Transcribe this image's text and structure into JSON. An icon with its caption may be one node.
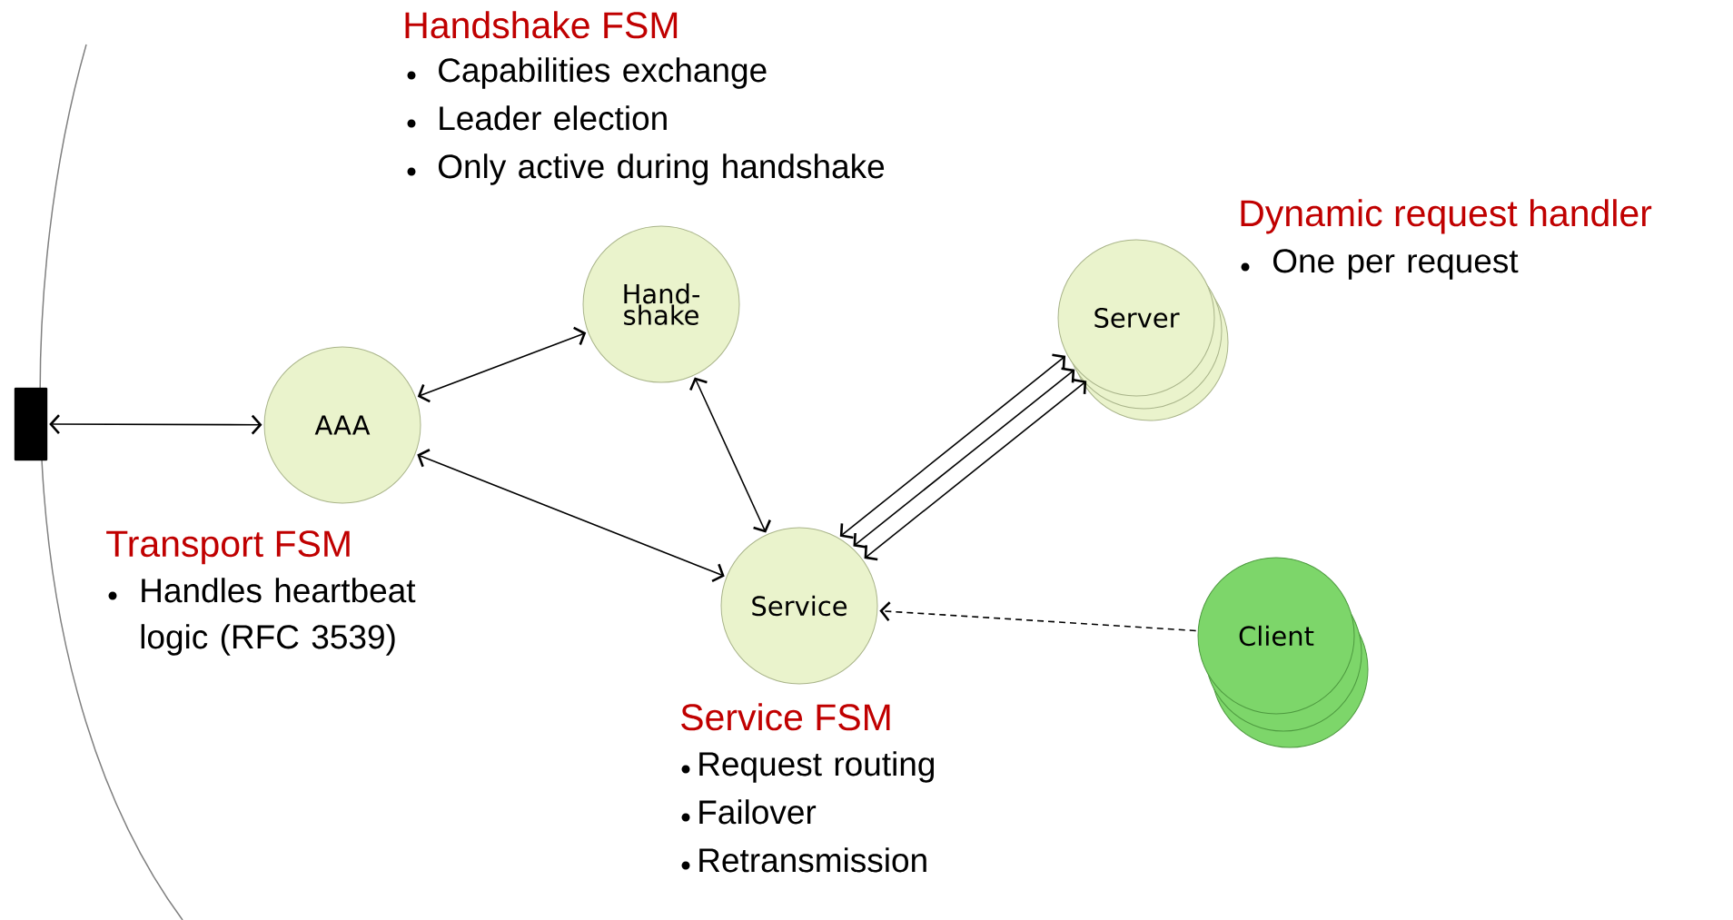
{
  "diagram": {
    "nodes": [
      {
        "text": [],
        "shape": "box"
      },
      {
        "text": [
          "Hand- shake"
        ],
        "beside": [
          "Handshake FSM",
          "Capabilities exchange",
          "Leader election",
          "Only active during handshake"
        ]
      },
      {
        "text": [
          "Server"
        ],
        "beside": [
          "Dynamic request handler",
          "One per request"
        ]
      },
      {
        "text": [
          "AAA"
        ],
        "beside": [
          "Transport FSM",
          "Handles heartbeat logic (RFC 3539)"
        ]
      },
      {
        "text": [
          "Service"
        ],
        "beside": [
          "Service FSM",
          "Request routing",
          "Failover",
          "Retransmission"
        ]
      },
      {
        "text": [
          "Client"
        ]
      }
    ],
    "edges": [
      {
        "from": 0,
        "to": 3,
        "arrow": "both"
      },
      {
        "from": 3,
        "to": 1,
        "arrow": "both"
      },
      {
        "from": 3,
        "to": 4,
        "arrow": "both"
      },
      {
        "from": 1,
        "to": 4,
        "arrow": "both"
      },
      {
        "from": 4,
        "to": 2,
        "arrow": "both"
      },
      {
        "from": 4,
        "to": 2,
        "arrow": "both"
      },
      {
        "from": 4,
        "to": 2,
        "arrow": "both"
      },
      {
        "from": 5,
        "to": 4,
        "arrow": "to",
        "style": "dashed"
      }
    ]
  }
}
